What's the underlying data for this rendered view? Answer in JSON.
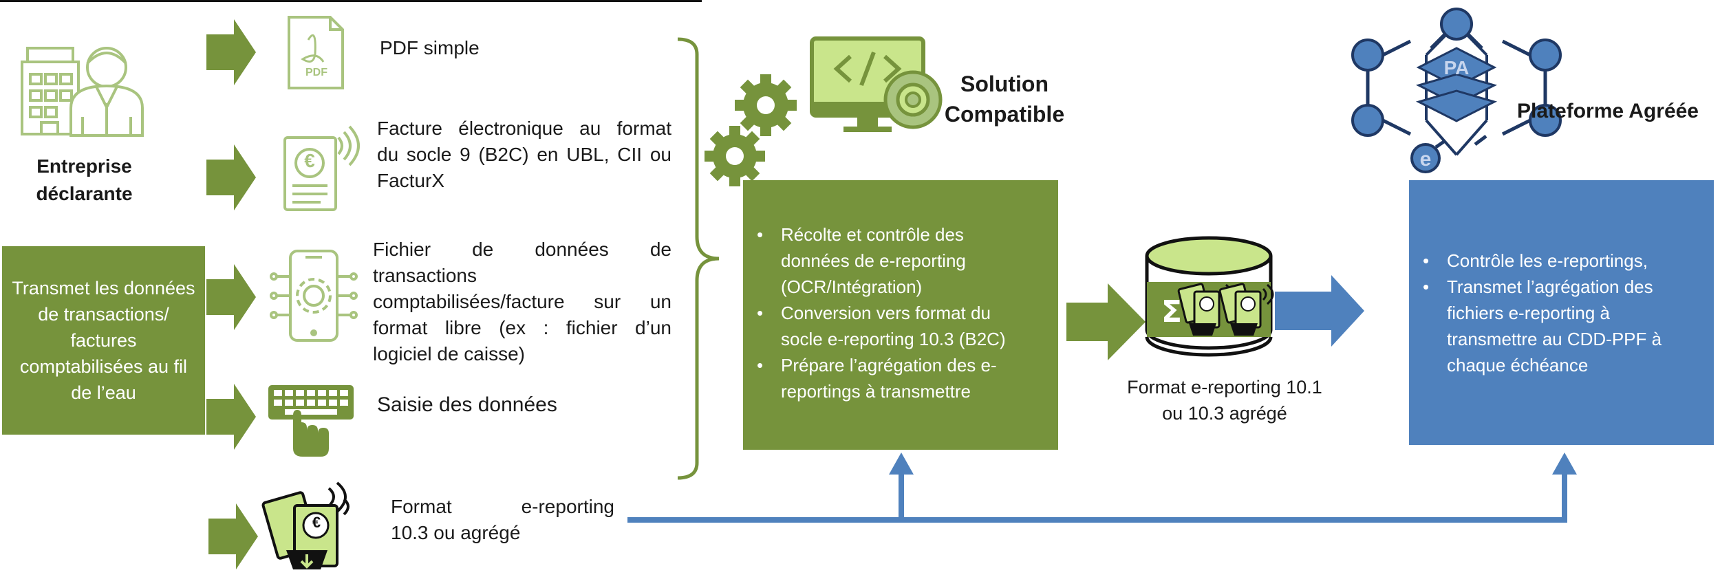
{
  "entreprise": {
    "label_line1": "Entreprise",
    "label_line2": "déclarante"
  },
  "transmit_box": {
    "line1": "Transmet les données",
    "line2": "de transactions/",
    "line3": "factures",
    "line4": "comptabilisées au fil",
    "line5": "de l’eau"
  },
  "inputs": {
    "pdf_icon_text": "PDF",
    "pdf_label": "PDF simple",
    "einvoice_icon_text": "€",
    "einvoice_line1": "Facture électronique au format",
    "einvoice_line2": "du socle 9 (B2C) en UBL, CII ou",
    "einvoice_line3": "FacturX",
    "free_line1": "Fichier de données de",
    "free_line2": "transactions",
    "free_line3": "comptabilisées/facture sur un",
    "free_line4": "format libre (ex : fichier d’un",
    "free_line5": "logiciel de caisse)",
    "manual_label": "Saisie des données",
    "format_line1": "Format e-reporting",
    "format_line2": "10.3 ou agrégé"
  },
  "solution": {
    "title_line1": "Solution",
    "title_line2": "Compatible",
    "bullets": [
      {
        "l1": "Récolte et contrôle des",
        "l2": "données de e-reporting",
        "l3": "(OCR/Intégration)"
      },
      {
        "l1": "Conversion vers format du",
        "l2": "socle e-reporting 10.3 (B2C)"
      },
      {
        "l1": "Prépare l’agrégation des e-",
        "l2": "reportings à transmettre"
      }
    ]
  },
  "database": {
    "sigma": "Σ",
    "caption_line1": "Format e-reporting 10.1",
    "caption_line2": "ou 10.3 agrégé"
  },
  "plateforme": {
    "title": "Plateforme Agréée",
    "pa_label": "PA",
    "e_label": "e",
    "bullets": [
      {
        "l1": "Contrôle les e-reportings,"
      },
      {
        "l1": "Transmet l’agrégation des",
        "l2": "fichiers e-reporting à",
        "l3": "transmettre au CDD-PPF à",
        "l4": "chaque échéance"
      }
    ]
  },
  "colors": {
    "green": "#76933C",
    "blue": "#4F81BD",
    "light_green": "#C9E58B",
    "icon_green": "#A9C47F"
  }
}
